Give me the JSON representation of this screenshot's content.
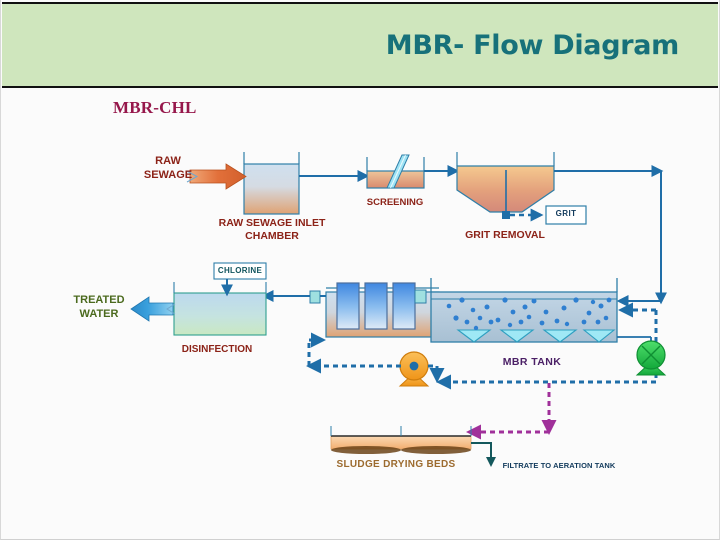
{
  "header": {
    "title": "MBR- Flow Diagram",
    "band_color": "#cfe6bd",
    "title_color": "#17717a"
  },
  "subtitle": {
    "text": "MBR-CHL",
    "color": "#96174b"
  },
  "labels": {
    "raw_sewage": "RAW\nSEWAGE",
    "raw_sewage_line1": "RAW",
    "raw_sewage_line2": "SEWAGE",
    "inlet_chamber_line1": "RAW SEWAGE  INLET",
    "inlet_chamber_line2": "CHAMBER",
    "screening": "SCREENING",
    "grit": "GRIT",
    "grit_removal": "GRIT REMOVAL",
    "chlorine": "CHLORINE",
    "treated_water_line1": "TREATED",
    "treated_water_line2": "WATER",
    "disinfection": "DISINFECTION",
    "mbr_tank": "MBR TANK",
    "sludge_drying_beds": "SLUDGE DRYING BEDS",
    "filtrate": "FILTRATE TO AERATION TANK"
  },
  "colors": {
    "pipe": "#1f6ea8",
    "pipe_dashed_blue": "#1f6ea8",
    "pipe_dashed_purple": "#a0309a",
    "tank_outline": "#2f7fa8",
    "raw_arrow": "#e2703a",
    "treated_arrow": "#3aa0dd",
    "pump_orange": "#f0a028",
    "blower_green": "#2fbf4f",
    "grit_box_outline": "#2f7fa8",
    "sludge_bed_fill": "#f6c89a",
    "sludge_bed_shadow": "#5a3a16",
    "label_maroon": "#8c2318",
    "label_olive": "#4b6a1e",
    "label_teal": "#12555e",
    "label_purple": "#4b2066",
    "label_brown": "#9c6b2f",
    "label_navy": "#123a5c"
  },
  "units": [
    {
      "name": "raw-sewage-inlet-chamber",
      "label": "RAW SEWAGE  INLET CHAMBER"
    },
    {
      "name": "screening",
      "label": "SCREENING"
    },
    {
      "name": "grit-removal",
      "label": "GRIT REMOVAL"
    },
    {
      "name": "grit-box",
      "label": "GRIT"
    },
    {
      "name": "membrane-tank",
      "label": ""
    },
    {
      "name": "mbr-tank",
      "label": "MBR TANK"
    },
    {
      "name": "disinfection-tank",
      "label": "DISINFECTION"
    },
    {
      "name": "chlorine-dosing",
      "label": "CHLORINE"
    },
    {
      "name": "sludge-drying-beds",
      "label": "SLUDGE DRYING BEDS"
    },
    {
      "name": "recirculation-pump",
      "label": ""
    },
    {
      "name": "air-blower",
      "label": ""
    }
  ]
}
